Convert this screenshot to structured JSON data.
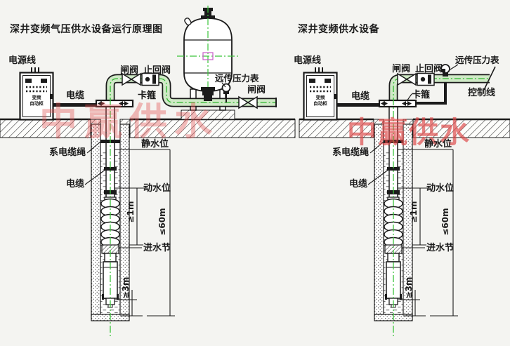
{
  "colors": {
    "background": "#f4f4f1",
    "line": "#1b1b1b",
    "pipe_fill": "#cfe9c6",
    "pipe_center_green": "#2db92d",
    "watermark_red": "#e25050",
    "center_marker_magenta": "#c85ac8"
  },
  "watermark": {
    "text": "中赢供水"
  },
  "left": {
    "title": "深井变频气压供水设备运行原理图",
    "labels": {
      "power_line": "电源线",
      "cabinet_top": "变频",
      "cabinet_bottom": "自动柜",
      "cable": "电缆",
      "gate_valve": "闸阀",
      "check_valve": "止回阀",
      "clamp": "卡箍",
      "remote_gauge": "远传压力表",
      "outlet_gate_valve": "闸阀",
      "tie_cable_rope": "系电缆绳",
      "static_level": "静水位",
      "well_cable": "电缆",
      "dynamic_level": "动水位",
      "inlet_section": "进水节",
      "dim_1m": "≥1m",
      "dim_60m": "≤60m",
      "dim_3m": "≥3m"
    }
  },
  "right": {
    "title": "深井变频供水设备",
    "labels": {
      "power_line": "电源线",
      "cabinet_top": "变频",
      "cabinet_bottom": "自动柜",
      "cable": "电缆",
      "gate_valve": "闸阀",
      "check_valve": "止回阀",
      "clamp": "卡箍",
      "remote_gauge": "远传压力表",
      "control_line": "控制线",
      "tie_cable_rope": "系电缆绳",
      "static_level": "静水位",
      "well_cable": "电缆",
      "dynamic_level": "动水位",
      "inlet_section": "进水节",
      "dim_1m": "≥1m",
      "dim_60m": "≤60m",
      "dim_3m": "≥3m"
    }
  }
}
